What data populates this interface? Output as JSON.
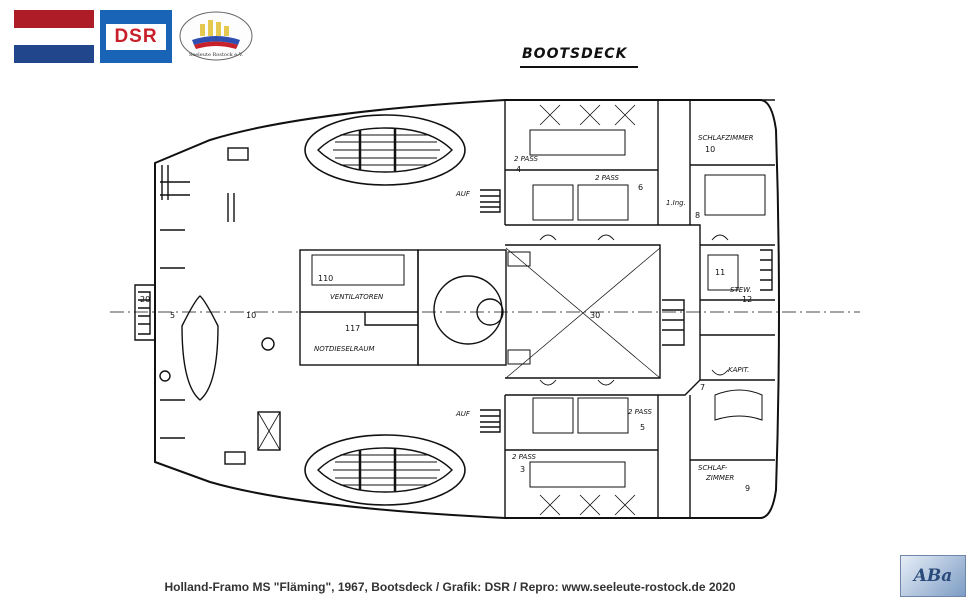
{
  "header": {
    "title": "BOOTSDECK",
    "flag_colors": [
      "#ae1c28",
      "#ffffff",
      "#21468b"
    ],
    "dsr_logo_text": "DSR",
    "dsr_logo_color": "#1a64b8",
    "club_logo_text": "Seeleute Rostock e.V."
  },
  "plan": {
    "rooms": {
      "pass_top_left": "2 PASS",
      "pass_top_right": "2 PASS",
      "schlafzimmer_top": "SCHLAFZIMMER",
      "ing": "1.Ing.",
      "stew": "STEW.",
      "kapit": "KAPIT.",
      "pass_bottom_right": "2 PASS",
      "pass_bottom_left": "2 PASS",
      "schlafzimmer_bottom_1": "SCHLAF-",
      "schlafzimmer_bottom_2": "ZIMMER",
      "ventilatoren": "VENTILATOREN",
      "notdiesel": "NOTDIESELRAUM",
      "auf_top": "AUF",
      "auf_bottom": "AUF"
    },
    "numbers": {
      "n4": "4",
      "n6": "6",
      "n10": "10",
      "n8": "8",
      "n11": "11",
      "n12": "12",
      "n7": "7",
      "n5": "5",
      "n3": "3",
      "n9": "9",
      "n110": "110",
      "n117": "117",
      "frame_5": "5",
      "frame_10": "10",
      "frame_30": "30",
      "frame_20": "20"
    }
  },
  "footer": {
    "caption": "Holland-Framo MS \"Fläming\", 1967, Bootsdeck / Grafik: DSR / Repro: www.seeleute-rostock.de 2020",
    "aba_logo_text": "ABa"
  }
}
